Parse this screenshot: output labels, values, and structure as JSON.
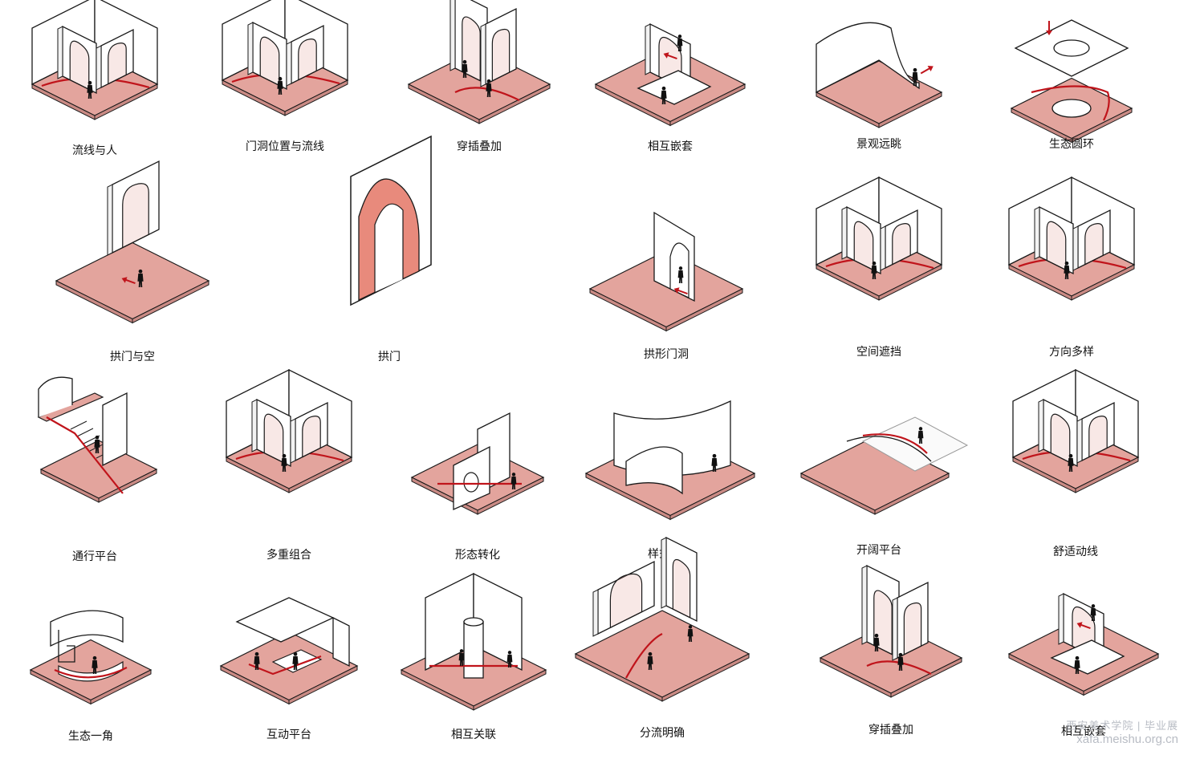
{
  "colors": {
    "floor": "#e3a49d",
    "floor_edge": "#c98a84",
    "wall_fill": "#ffffff",
    "wall_stroke": "#1a1a1a",
    "circulation_line": "#c0141b",
    "arch_highlight": "#e88a7c",
    "caption_text": "#111111",
    "watermark_text": "#b8bcc4"
  },
  "icons": [
    "person-silhouette",
    "red-arrow",
    "red-circulation-line"
  ],
  "diagrams": [
    {
      "label": "流线与人",
      "kind": "box-arches"
    },
    {
      "label": "门洞位置与流线",
      "kind": "box-arches"
    },
    {
      "label": "穿插叠加",
      "kind": "double-arch"
    },
    {
      "label": "相互嵌套",
      "kind": "nested"
    },
    {
      "label": "景观远眺",
      "kind": "curved-wall"
    },
    {
      "label": "生态圆环",
      "kind": "ring"
    },
    {
      "label": "拱门与空",
      "kind": "single-arch"
    },
    {
      "label": "拱门",
      "kind": "big-arch"
    },
    {
      "label": "拱形门洞",
      "kind": "wall-arch"
    },
    {
      "label": "空间遮挡",
      "kind": "box-arches"
    },
    {
      "label": "方向多样",
      "kind": "box-arches"
    },
    {
      "label": "通行平台",
      "kind": "stairs"
    },
    {
      "label": "多重组合",
      "kind": "box-arches"
    },
    {
      "label": "形态转化",
      "kind": "circle-wall"
    },
    {
      "label": "样式围合",
      "kind": "curved-enclosure"
    },
    {
      "label": "开阔平台",
      "kind": "open-platform"
    },
    {
      "label": "舒适动线",
      "kind": "box-arches"
    },
    {
      "label": "生态一角",
      "kind": "corner"
    },
    {
      "label": "互动平台",
      "kind": "two-level"
    },
    {
      "label": "相互关联",
      "kind": "column"
    },
    {
      "label": "分流明确",
      "kind": "split"
    },
    {
      "label": "穿插叠加",
      "kind": "double-arch"
    },
    {
      "label": "相互嵌套",
      "kind": "nested"
    }
  ],
  "watermark": {
    "brand": "西安美术学院 | 毕业展",
    "url": "xafa.meishu.org.cn"
  }
}
